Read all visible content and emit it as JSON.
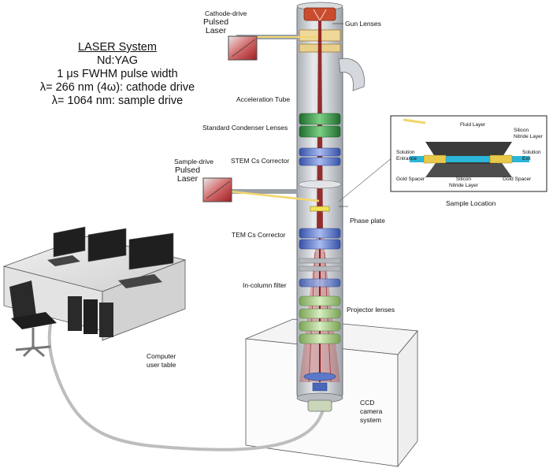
{
  "laser_system": {
    "title": "LASER System",
    "lines": [
      "Nd:YAG",
      "1 μs FWHM pulse width",
      "λ= 266 nm (4ω): cathode drive",
      "λ= 1064 nm: sample drive"
    ]
  },
  "cathode_laser": {
    "caption": "Cathode-drive",
    "title_line1": "Pulsed",
    "title_line2": "Laser"
  },
  "sample_laser": {
    "caption": "Sample-drive",
    "title_line1": "Pulsed",
    "title_line2": "Laser"
  },
  "column_labels": {
    "gun_lenses": "Gun Lenses",
    "acceleration_tube": "Acceleration Tube",
    "condenser_lenses": "Standard Condenser Lenses",
    "stem_corrector": "STEM Cs Corrector",
    "phase_plate": "Phase plate",
    "tem_corrector": "TEM Cs Corrector",
    "in_column_filter": "In-column filter",
    "projector_lenses": "Projector lenses"
  },
  "computer": {
    "line1": "Computer",
    "line2": "user table"
  },
  "ccd": {
    "line1": "CCD",
    "line2": "camera",
    "line3": "system"
  },
  "sample_inset": {
    "caption": "Sample Location",
    "fluid_layer": "Fluid Layer",
    "silicon_nitride_top": [
      "Silicon",
      "Nitride Layer"
    ],
    "solution_entrance": [
      "Solution",
      "Entrance"
    ],
    "solution_exit": [
      "Solution",
      "Exit"
    ],
    "gold_spacer_left": "Gold Spacer",
    "silicon_nitride_bottom": [
      "Silicon",
      "Nitride Layer"
    ],
    "gold_spacer_right": "Gold Spacer"
  },
  "colors": {
    "column_body": "#cfd3d8",
    "beam": "#8b1a1a",
    "laser_box": "#c0262c",
    "laser_beam": "#f2d66b",
    "condenser": "#3d9a4a",
    "corrector": "#5574c9",
    "projector": "#9cc87a",
    "solution": "#2bb6d8",
    "gold": "#e8c94a"
  }
}
